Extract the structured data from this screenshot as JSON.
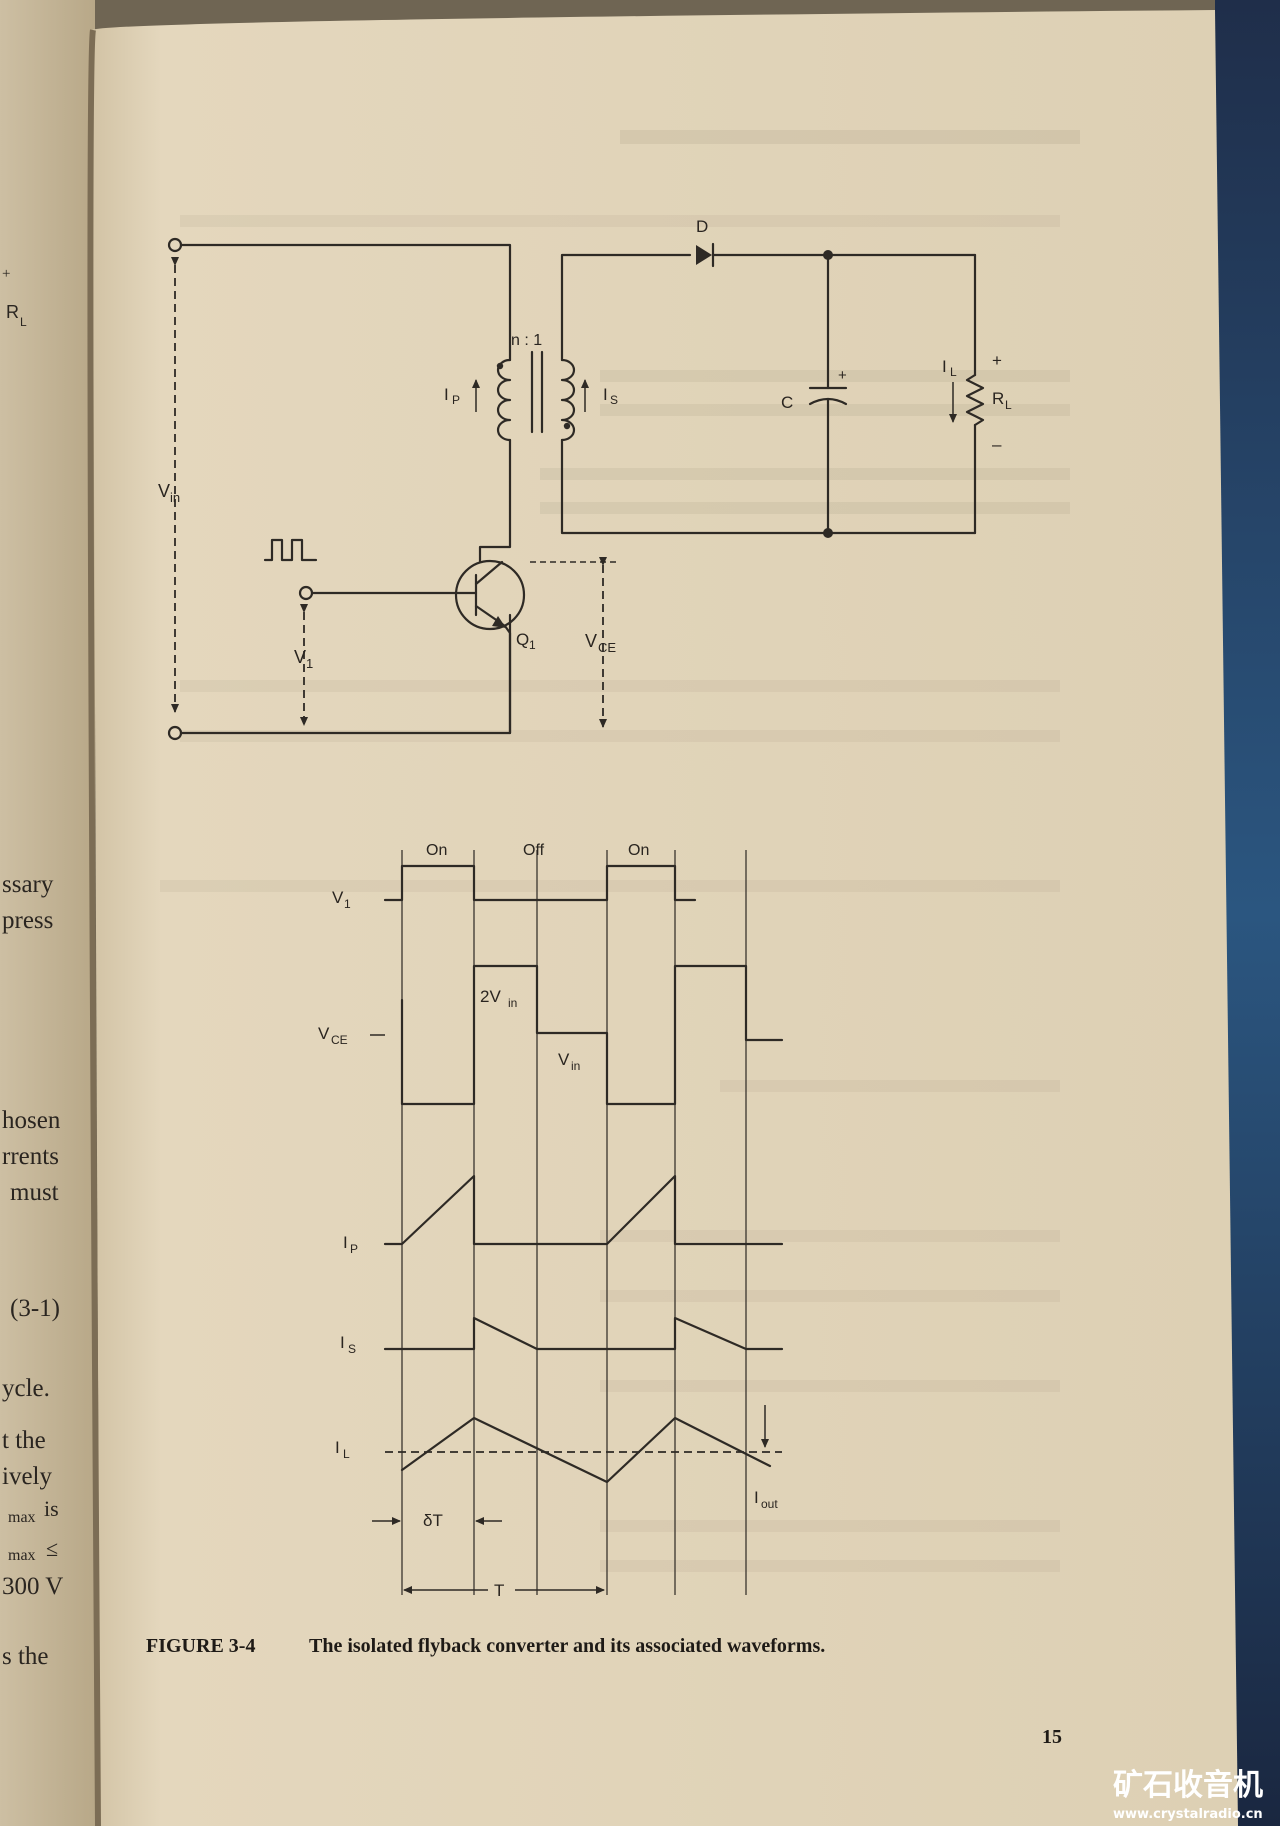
{
  "left_page": {
    "fragments": [
      "+",
      "R",
      "L",
      "ssary",
      "press",
      "hosen",
      "rrents",
      "must",
      "(3-1)",
      "ycle.",
      "t the",
      "ively",
      "max",
      "is",
      "max",
      "≤",
      "300 V",
      "s the"
    ]
  },
  "diagram": {
    "transformer_ratio": "n : 1",
    "diode": "D",
    "capacitor": "C",
    "capacitor_plus": "+",
    "load_current": "I",
    "load_current_sub": "L",
    "load": "R",
    "load_sub": "L",
    "plus": "+",
    "minus": "–",
    "primary_current": "I",
    "primary_current_sub": "P",
    "secondary_current": "I",
    "secondary_current_sub": "S",
    "vin": "V",
    "vin_sub": "in",
    "v1": "V",
    "v1_sub": "1",
    "transistor": "Q",
    "transistor_sub": "1",
    "vce": "V",
    "vce_sub": "CE"
  },
  "waveforms": {
    "on1": "On",
    "off": "Off",
    "on2": "On",
    "v1": "V",
    "v1_sub": "1",
    "vce": "V",
    "vce_sub": "CE",
    "two_vin": "2V",
    "two_vin_sub": "in",
    "vin": "V",
    "vin_sub": "in",
    "ip": "I",
    "ip_sub": "P",
    "is": "I",
    "is_sub": "S",
    "il": "I",
    "il_sub": "L",
    "iout": "I",
    "iout_sub": "out",
    "delta_t": "δT",
    "period": "T"
  },
  "caption": {
    "number": "FIGURE 3-4",
    "text": "The isolated flyback converter and its associated waveforms."
  },
  "page_number": "15",
  "watermark": {
    "title": "矿石收音机",
    "url": "www.crystalradio.cn"
  }
}
